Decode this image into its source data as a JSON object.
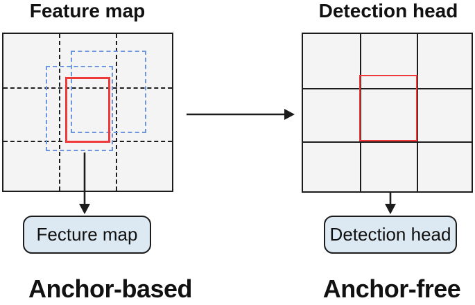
{
  "left": {
    "title": "Feature map",
    "label": "Fecture map",
    "caption": "Anchor-based"
  },
  "right": {
    "title": "Detection head",
    "label": "Detection head",
    "caption": "Anchor-free"
  },
  "colors": {
    "grid_fill": "#f4f4f4",
    "line_black": "#1c1c1c",
    "anchor_blue": "#6d94dc",
    "box_red": "#ee3a38",
    "label_box_fill": "#dce9f2"
  }
}
